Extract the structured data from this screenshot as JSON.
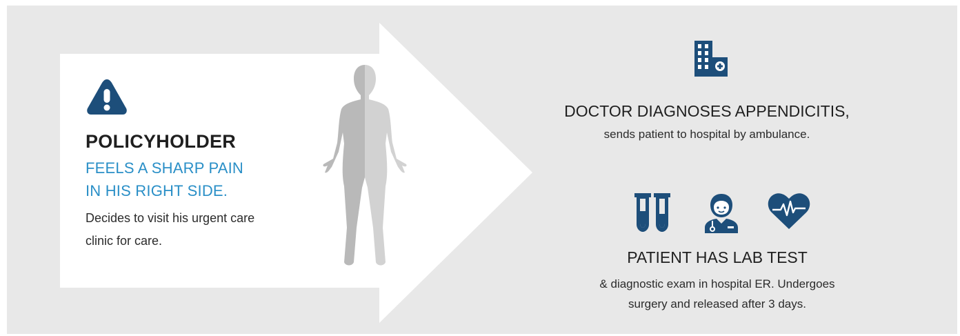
{
  "policyholder": {
    "title": "POLICYHOLDER",
    "highlight_line1": "FEELS A SHARP PAIN",
    "highlight_line2": "IN HIS RIGHT SIDE.",
    "body_line1": "Decides to visit his urgent care",
    "body_line2": "clinic for care."
  },
  "diagnosis": {
    "title": "DOCTOR DIAGNOSES APPENDICITIS,",
    "body": "sends patient to hospital by ambulance."
  },
  "lab": {
    "title": "PATIENT HAS LAB TEST",
    "body_line1": "& diagnostic exam in hospital ER. Undergoes",
    "body_line2": "surgery and released after 3 days."
  },
  "icons": [
    "warning-icon",
    "human-body-icon",
    "hospital-icon",
    "test-tubes-icon",
    "doctor-icon",
    "heart-rate-icon"
  ],
  "colors": {
    "background": "#e8e8e8",
    "arrow": "#ffffff",
    "icon": "#1d4e7a",
    "highlight": "#2a8fc7",
    "figure": "#c2c2c2"
  }
}
